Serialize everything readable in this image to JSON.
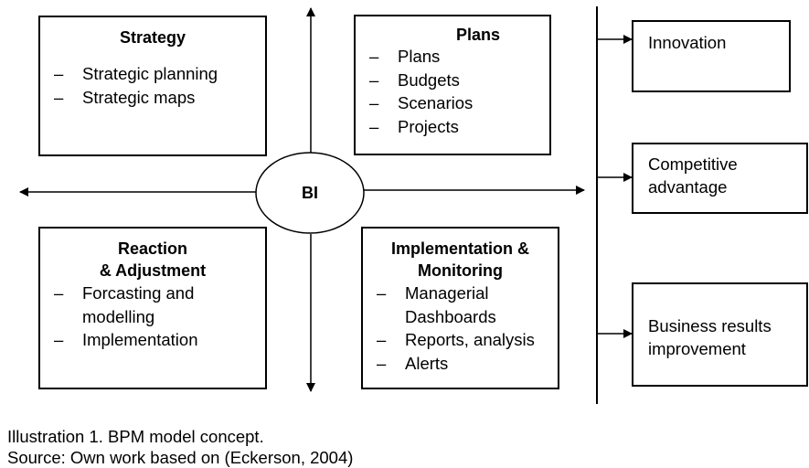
{
  "center": {
    "label": "BI"
  },
  "quadrants": {
    "strategy": {
      "title": "Strategy",
      "items": [
        "Strategic planning",
        "Strategic maps"
      ]
    },
    "plans": {
      "title": "Plans",
      "items": [
        "Plans",
        "Budgets",
        "Scenarios",
        "Projects"
      ]
    },
    "reaction": {
      "title_line1": "Reaction",
      "title_line2": "& Adjustment",
      "items": [
        {
          "line1": "Forcasting and",
          "line2": "modelling"
        },
        {
          "line1": "Implementation",
          "line2": ""
        }
      ]
    },
    "implementation": {
      "title_line1": "Implementation &",
      "title_line2": "Monitoring",
      "items": [
        {
          "line1": "Managerial",
          "line2": "Dashboards"
        },
        {
          "line1": "Reports, analysis",
          "line2": ""
        },
        {
          "line1": "Alerts",
          "line2": ""
        }
      ]
    }
  },
  "item_marker": "–",
  "outcomes": [
    {
      "line1": "Innovation",
      "line2": ""
    },
    {
      "line1": "Competitive",
      "line2": "advantage"
    },
    {
      "line1": "Business results",
      "line2": "improvement"
    }
  ],
  "caption": {
    "line1": "Illustration 1. BPM model concept.",
    "line2": "Source: Own work based on (Eckerson, 2004)"
  }
}
